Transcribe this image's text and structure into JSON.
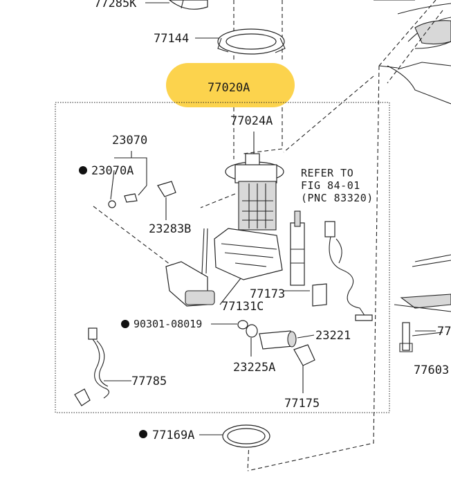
{
  "highlight_color": "#fcd34d",
  "labels": {
    "p77285k": "77285K",
    "p77144": "77144",
    "p77020a": "77020A",
    "p77024a": "77024A",
    "p23070": "23070",
    "p23070a": "23070A",
    "p23283b": "23283B",
    "p77173": "77173",
    "p77131c": "77131C",
    "p90301": "90301-08019",
    "p23221": "23221",
    "p23225a": "23225A",
    "p77785": "77785",
    "p77175": "77175",
    "p77169a": "77169A",
    "p77603": "77603",
    "p77_partial": "77"
  },
  "refer": {
    "line1": "REFER TO",
    "line2": "FIG 84-01",
    "line3": "(PNC 83320)"
  }
}
